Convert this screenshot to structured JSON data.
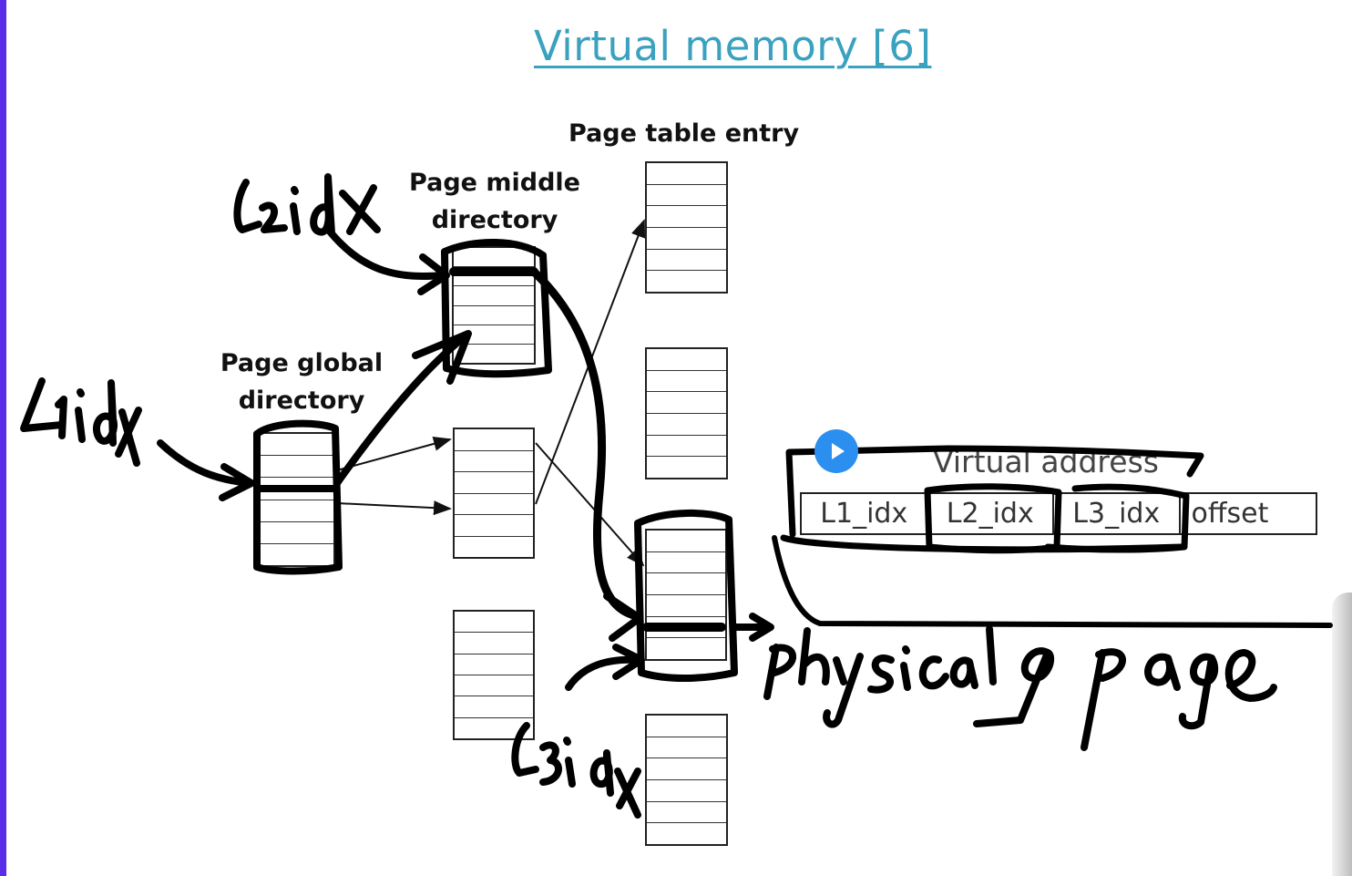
{
  "slide": {
    "title": "Virtual memory [6]",
    "labels": {
      "pte_title": "Page table entry",
      "pmd_title_line1": "Page middle",
      "pmd_title_line2": "directory",
      "pgd_title_line1": "Page global",
      "pgd_title_line2": "directory"
    },
    "virtual_address": {
      "title": "Virtual address",
      "fields": [
        "L1_idx",
        "L2_idx",
        "L3_idx",
        "offset"
      ]
    },
    "handwritten": {
      "l1": "L1idx",
      "l2": "L2idx",
      "l3": "L3idx",
      "physical_page": "physical page"
    }
  },
  "controls": {
    "play_icon": "play-icon"
  },
  "colors": {
    "title": "#3aa1bf",
    "accent_bar": "#5a2ee8",
    "play_button": "#2b8ff0",
    "ink": "#000000"
  }
}
